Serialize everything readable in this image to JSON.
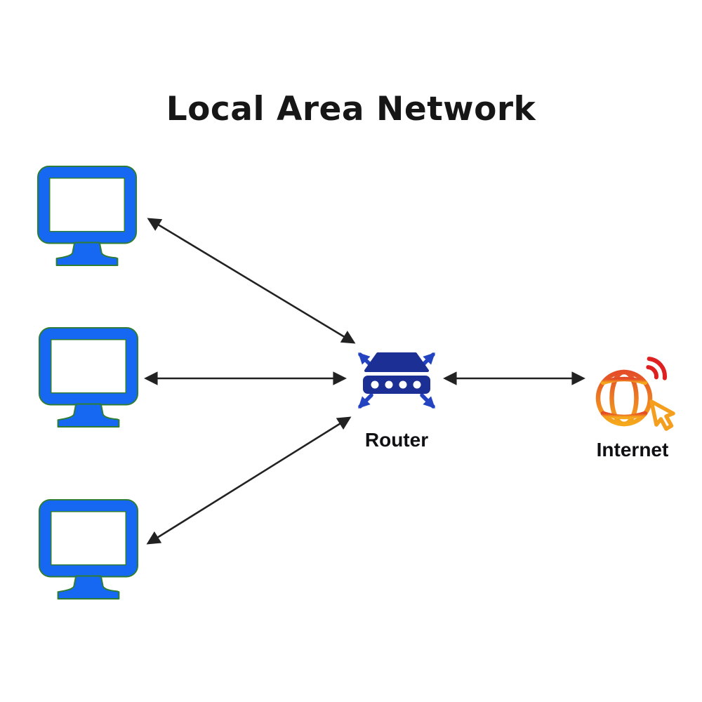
{
  "title": "Local Area Network",
  "nodes": {
    "computers": {
      "count": 3,
      "icon": "computer-monitor-icon"
    },
    "router": {
      "label": "Router",
      "icon": "router-device-icon"
    },
    "internet": {
      "label": "Internet",
      "icon": "globe-wifi-cursor-icon"
    }
  },
  "connections": [
    {
      "from": "computer-1",
      "to": "router",
      "style": "double-arrow"
    },
    {
      "from": "computer-2",
      "to": "router",
      "style": "double-arrow"
    },
    {
      "from": "computer-3",
      "to": "router",
      "style": "double-arrow"
    },
    {
      "from": "router",
      "to": "internet",
      "style": "double-arrow"
    }
  ],
  "colors": {
    "title_color": "#161616",
    "label_color": "#101014",
    "monitor_blue": "#1668f2",
    "monitor_outline_green": "#2e7d32",
    "router_navy": "#1b2f94",
    "router_arrow_blue": "#2343c0",
    "globe_orange_top": "#e44d28",
    "globe_orange_bottom": "#f5a81c",
    "wifi_red": "#df2020",
    "cursor_orange": "#f59f1e",
    "connector_black": "#222222"
  }
}
